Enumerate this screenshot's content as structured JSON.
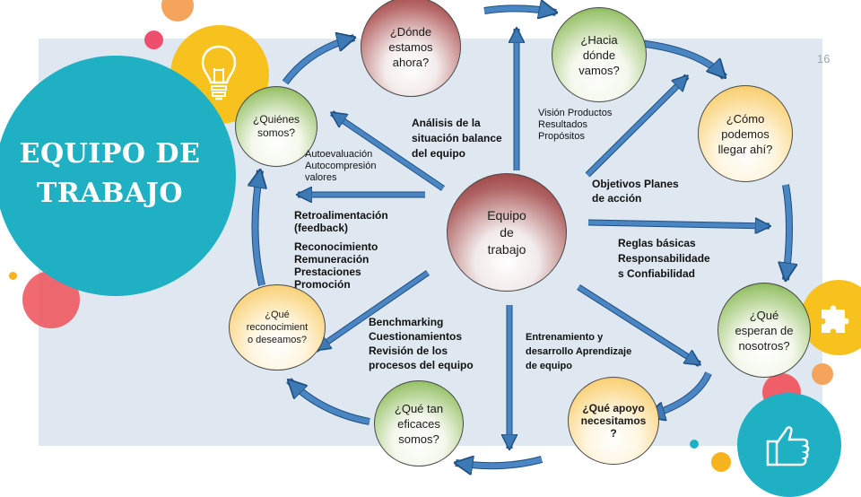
{
  "slide": {
    "title_lines": [
      "EQUIPO DE",
      "TRABAJO"
    ],
    "page_number": "16"
  },
  "diagram": {
    "center": {
      "lines": [
        "Equipo",
        "de",
        "trabajo"
      ]
    },
    "nodes": {
      "donde": {
        "lines": [
          "¿Dónde",
          "estamos",
          "ahora?"
        ]
      },
      "hacia": {
        "lines": [
          "¿Hacia",
          "dónde",
          "vamos?"
        ]
      },
      "como": {
        "lines": [
          "¿Cómo",
          "podemos",
          "llegar ahí?"
        ]
      },
      "esperan": {
        "lines": [
          "¿Qué",
          "esperan de",
          "nosotros?"
        ]
      },
      "apoyo": {
        "lines": [
          "¿Qué apoyo",
          "necesitamos",
          "?"
        ]
      },
      "eficaces": {
        "lines": [
          "¿Qué tan",
          "eficaces",
          "somos?"
        ]
      },
      "reconocimiento": {
        "lines": [
          "¿Qué",
          "reconocimient",
          "o deseamos?"
        ]
      },
      "quienes": {
        "lines": [
          "¿Quiénes",
          "somos?"
        ]
      }
    },
    "labels": {
      "analisis": [
        "Análisis de la",
        "situación balance",
        "del equipo"
      ],
      "vision": [
        "Visión Productos",
        "Resultados",
        "Propósitos"
      ],
      "autoevaluacion": [
        "Autoevaluación",
        "Autocompresión",
        "valores"
      ],
      "objetivos": [
        "Objetivos Planes",
        "de acción"
      ],
      "retroalimentacion": [
        "Retroalimentación",
        "(feedback)"
      ],
      "reconocimiento": [
        "Reconocimiento",
        "Remuneración",
        "Prestaciones",
        "Promoción"
      ],
      "reglas": [
        "Reglas básicas",
        "Responsabilidade",
        "s Confiabilidad"
      ],
      "benchmarking": [
        "Benchmarking",
        "Cuestionamientos",
        "Revisión de los",
        "procesos del equipo"
      ],
      "entrenamiento": [
        "Entrenamiento  y",
        "desarrollo Aprendizaje",
        "de equipo"
      ]
    }
  }
}
